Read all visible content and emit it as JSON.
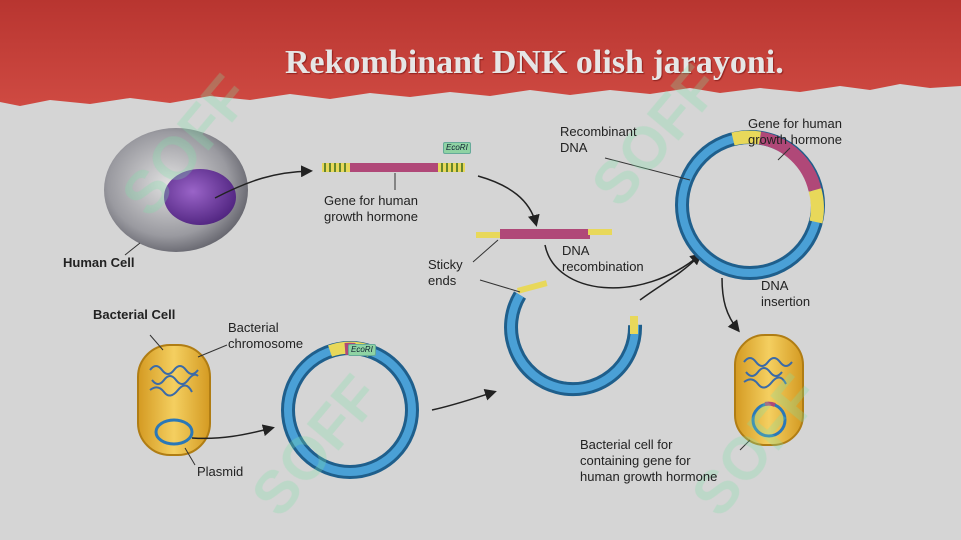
{
  "slide": {
    "title": "Rekombinant DNK olish jarayoni."
  },
  "labels": {
    "human_cell": "Human Cell",
    "gene_for_hgh": [
      "Gene for human",
      "growth hormone"
    ],
    "ecori_1": "EcoRI",
    "ecori_2": "EcoRI",
    "sticky_ends": [
      "Sticky",
      "ends"
    ],
    "dna_recombination": [
      "DNA",
      "recombination"
    ],
    "recombinant_dna": [
      "Recombinant",
      "DNA"
    ],
    "gene_for_hgh_right": [
      "Gene for human",
      "growth hormone"
    ],
    "bacterial_cell": "Bacterial Cell",
    "bacterial_chromosome": [
      "Bacterial",
      "chromosome"
    ],
    "plasmid": "Plasmid",
    "dna_insertion": [
      "DNA",
      "insertion"
    ],
    "bacterial_cell_result": [
      "Bacterial cell for",
      "containing gene for",
      "human growth hormone"
    ]
  },
  "colors": {
    "banner": "#c9403a",
    "plasmid_ring": "#3d8fc4",
    "gene_segment": "#b04878",
    "sticky_end": "#e8d85a",
    "nucleus": "#6b3a9a",
    "bacterium": "#e9b83c",
    "watermark": "#7fe0a8"
  },
  "watermark": {
    "text": "SOFF"
  }
}
